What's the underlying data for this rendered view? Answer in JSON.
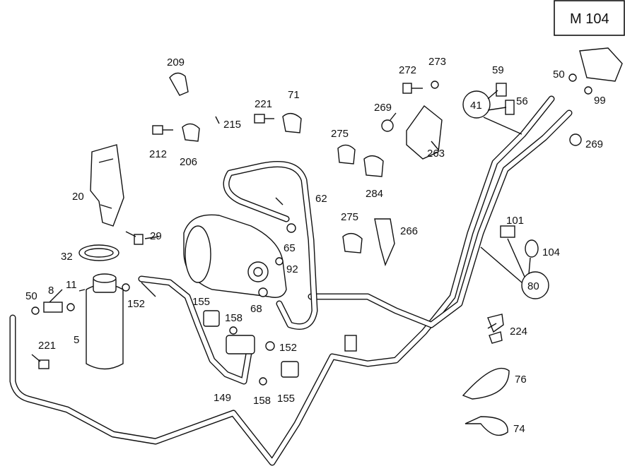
{
  "model_badge": "M 104",
  "callouts": {
    "c209": "209",
    "c272": "272",
    "c273": "273",
    "c59": "59",
    "c50a": "50",
    "c99": "99",
    "c56": "56",
    "c41": "41",
    "c221a": "221",
    "c71": "71",
    "c269a": "269",
    "c215": "215",
    "c212": "212",
    "c206": "206",
    "c275a": "275",
    "c263": "263",
    "c269b": "269",
    "c20": "20",
    "c284": "284",
    "c62": "62",
    "c29": "29",
    "c275b": "275",
    "c266": "266",
    "c101": "101",
    "c65": "65",
    "c104": "104",
    "c32": "32",
    "c92": "92",
    "c80": "80",
    "c50b": "50",
    "c8": "8",
    "c11": "11",
    "c152a": "152",
    "c68": "68",
    "c155a": "155",
    "c158a": "158",
    "c224": "224",
    "c5": "5",
    "c221b": "221",
    "c152b": "152",
    "c76": "76",
    "c149": "149",
    "c158b": "158",
    "c155b": "155",
    "c74": "74"
  }
}
